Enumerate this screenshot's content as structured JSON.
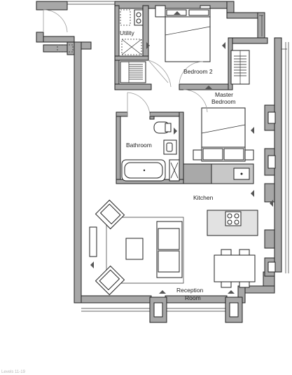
{
  "plan": {
    "rooms": {
      "utility": "Utility",
      "bedroom2": "Bedroom 2",
      "master_line1": "Master",
      "master_line2": "Bedroom",
      "bathroom": "Bathroom",
      "kitchen": "Kitchen",
      "reception_line1": "Reception",
      "reception_line2": "Room"
    },
    "footer": "Levels 11-19"
  }
}
